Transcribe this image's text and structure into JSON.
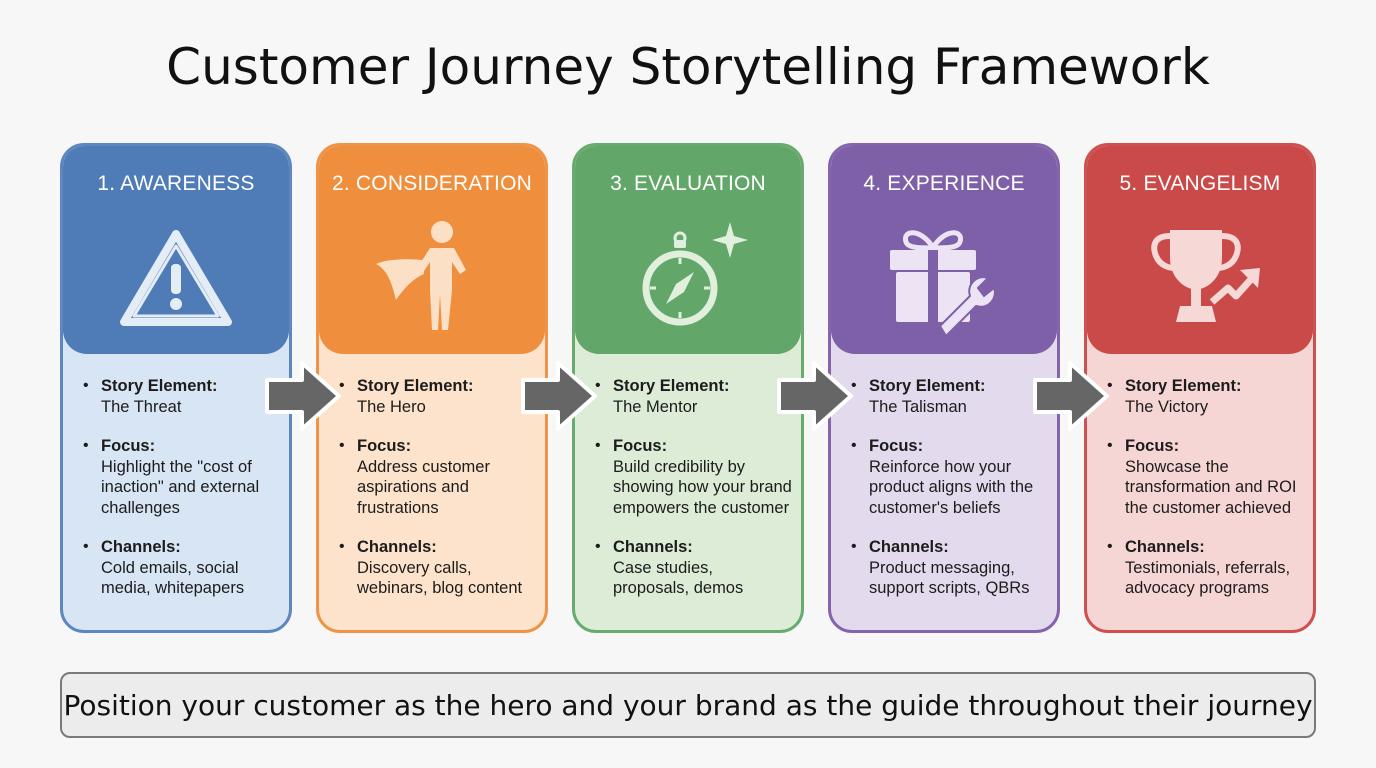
{
  "title": "Customer Journey Storytelling Framework",
  "stages": [
    {
      "label": "1. AWARENESS",
      "icon": "warning-icon",
      "color": "#4f7bb6",
      "items": [
        {
          "key": "Story Element:",
          "value": "The Threat"
        },
        {
          "key": "Focus:",
          "value": "Highlight the \"cost of inaction\" and external challenges"
        },
        {
          "key": "Channels:",
          "value": "Cold emails, social media, whitepapers"
        }
      ]
    },
    {
      "label": "2. CONSIDERATION",
      "icon": "hero-icon",
      "color": "#ef8f3e",
      "items": [
        {
          "key": "Story Element:",
          "value": "The Hero"
        },
        {
          "key": "Focus:",
          "value": "Address customer aspirations and frustrations"
        },
        {
          "key": "Channels:",
          "value": "Discovery calls, webinars, blog content"
        }
      ]
    },
    {
      "label": "3. EVALUATION",
      "icon": "compass-icon",
      "color": "#63a66a",
      "items": [
        {
          "key": "Story Element:",
          "value": "The Mentor"
        },
        {
          "key": "Focus:",
          "value": "Build credibility by showing how your brand empowers the customer"
        },
        {
          "key": "Channels:",
          "value": "Case studies, proposals, demos"
        }
      ]
    },
    {
      "label": "4. EXPERIENCE",
      "icon": "gift-wrench-icon",
      "color": "#7d60a8",
      "items": [
        {
          "key": "Story Element:",
          "value": "The Talisman"
        },
        {
          "key": "Focus:",
          "value": "Reinforce how your product aligns with the customer's beliefs"
        },
        {
          "key": "Channels:",
          "value": "Product messaging, support scripts, QBRs"
        }
      ]
    },
    {
      "label": "5. EVANGELISM",
      "icon": "trophy-icon",
      "color": "#c94a49",
      "items": [
        {
          "key": "Story Element:",
          "value": "The Victory"
        },
        {
          "key": "Focus:",
          "value": "Showcase the transformation and ROI the customer achieved"
        },
        {
          "key": "Channels:",
          "value": "Testimonials, referrals, advocacy programs"
        }
      ]
    }
  ],
  "footer": "Position your customer as the hero and your brand as the guide throughout their journey"
}
